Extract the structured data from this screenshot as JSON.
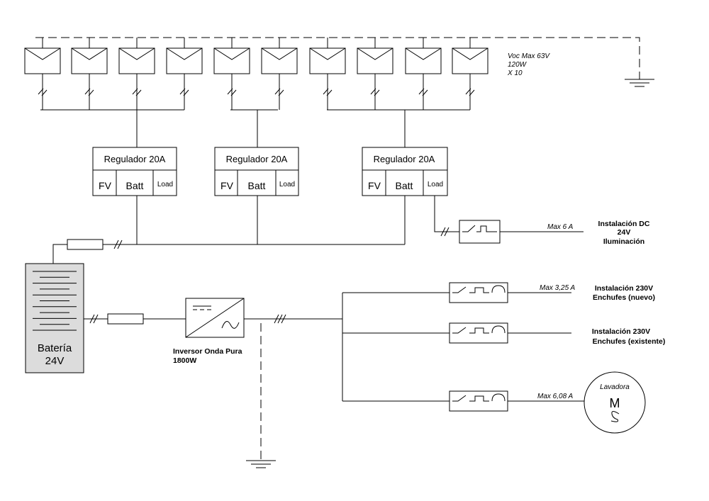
{
  "pv_array": {
    "spec_lines": [
      "Voc Max 63V",
      "120W",
      "X 10"
    ],
    "panel_count": 10
  },
  "regulators": [
    {
      "title": "Regulador 20A",
      "cells": [
        "FV",
        "Batt",
        "Load"
      ]
    },
    {
      "title": "Regulador 20A",
      "cells": [
        "FV",
        "Batt",
        "Load"
      ]
    },
    {
      "title": "Regulador 20A",
      "cells": [
        "FV",
        "Batt",
        "Load"
      ]
    }
  ],
  "dc_load": {
    "rating": "Max 6 A",
    "label_lines": [
      "Instalación DC",
      "24V",
      "Iluminación"
    ]
  },
  "battery": {
    "label_lines": [
      "Batería",
      "24V"
    ]
  },
  "inverter": {
    "label_lines": [
      "Inversor Onda Pura",
      "1800W"
    ]
  },
  "ac_outputs": [
    {
      "rating": "Max 3,25 A",
      "label_lines": [
        "Instalación 230V",
        "Enchufes (nuevo)"
      ]
    },
    {
      "rating": "",
      "label_lines": [
        "Instalación 230V",
        "Enchufes (existente)"
      ]
    },
    {
      "rating": "Max 6,08 A",
      "motor": {
        "name": "Lavadora",
        "symbol": "M"
      }
    }
  ]
}
